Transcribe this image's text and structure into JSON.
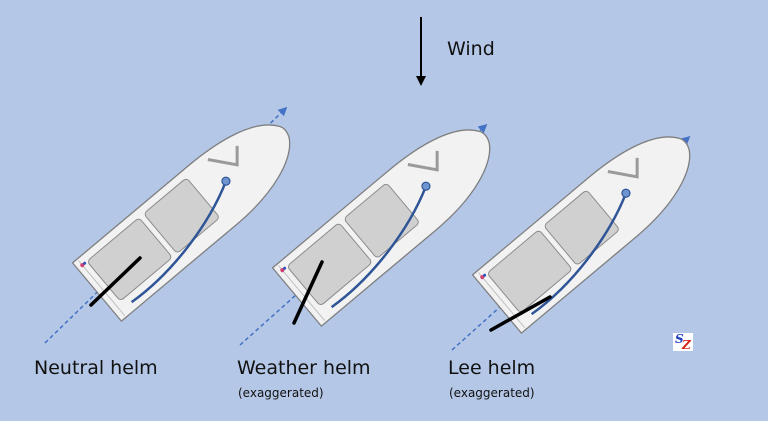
{
  "wind": {
    "label": "Wind",
    "direction": "down"
  },
  "boats": [
    {
      "id": "neutral",
      "title": "Neutral helm",
      "subtitle": "",
      "tiller_angle_deg": 0
    },
    {
      "id": "weather",
      "title": "Weather helm",
      "subtitle": "(exaggerated)",
      "tiller_angle_deg": 20
    },
    {
      "id": "lee",
      "title": "Lee helm",
      "subtitle": "(exaggerated)",
      "tiller_angle_deg": -22
    }
  ],
  "logo": {
    "s": "S",
    "z": "Z"
  },
  "colors": {
    "background": "#b4c7e7",
    "hull": "#f2f2f2",
    "hull_outline": "#808080",
    "cockpit": "#d0d0d0",
    "heading_line": "#4472c4",
    "sheet": "#2f5597",
    "tiller": "#000000"
  }
}
